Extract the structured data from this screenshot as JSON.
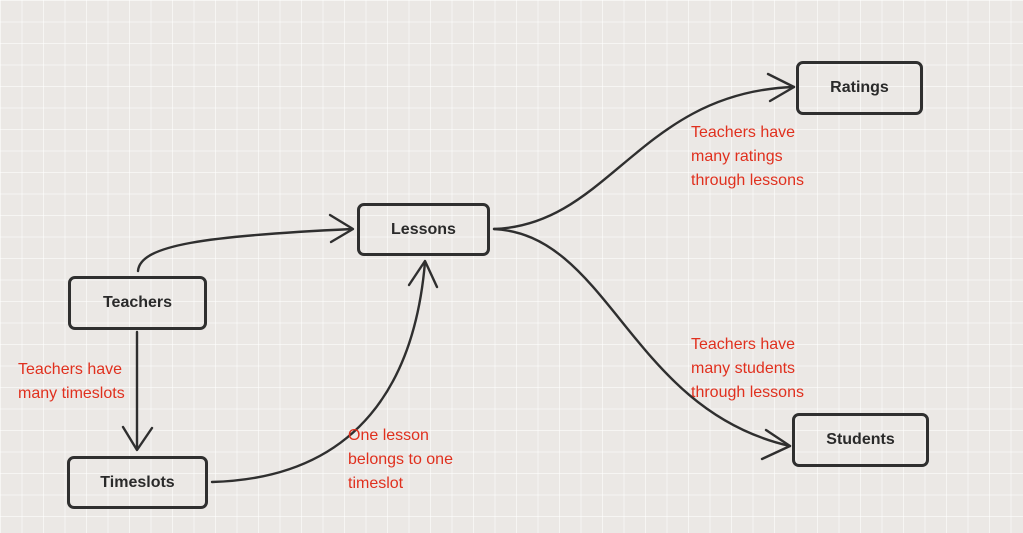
{
  "diagram": {
    "nodes": {
      "teachers": "Teachers",
      "lessons": "Lessons",
      "timeslots": "Timeslots",
      "ratings": "Ratings",
      "students": "Students"
    },
    "annotations": {
      "teachers_timeslots": [
        "Teachers have",
        "many timeslots"
      ],
      "lesson_timeslot": [
        "One lesson",
        "belongs to one",
        "timeslot"
      ],
      "teachers_ratings": [
        "Teachers have",
        "many ratings",
        "through lessons"
      ],
      "teachers_students": [
        "Teachers have",
        "many students",
        "through lessons"
      ]
    },
    "colors": {
      "background": "#ebe8e5",
      "stroke": "#2f2f2f",
      "annotation": "#e0301e"
    }
  }
}
